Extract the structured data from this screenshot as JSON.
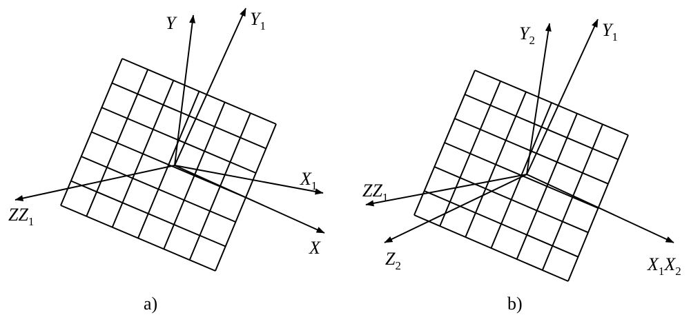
{
  "panels": [
    {
      "id": "a",
      "caption": "a)",
      "axes": {
        "y": {
          "main": "Y",
          "sub": ""
        },
        "y1": {
          "main": "Y",
          "sub": "1"
        },
        "x1": {
          "main": "X",
          "sub": "1"
        },
        "x": {
          "main": "X",
          "sub": ""
        },
        "zz1": {
          "main": "ZZ",
          "sub": "1"
        }
      }
    },
    {
      "id": "b",
      "caption": "b)",
      "axes": {
        "y2": {
          "main": "Y",
          "sub": "2"
        },
        "y1": {
          "main": "Y",
          "sub": "1"
        },
        "zz1": {
          "main": "ZZ",
          "sub": "1"
        },
        "z2": {
          "main": "Z",
          "sub": "2"
        },
        "x1x2": {
          "main": "X",
          "sub": "1",
          "main2": "X",
          "sub2": "2"
        }
      }
    }
  ]
}
